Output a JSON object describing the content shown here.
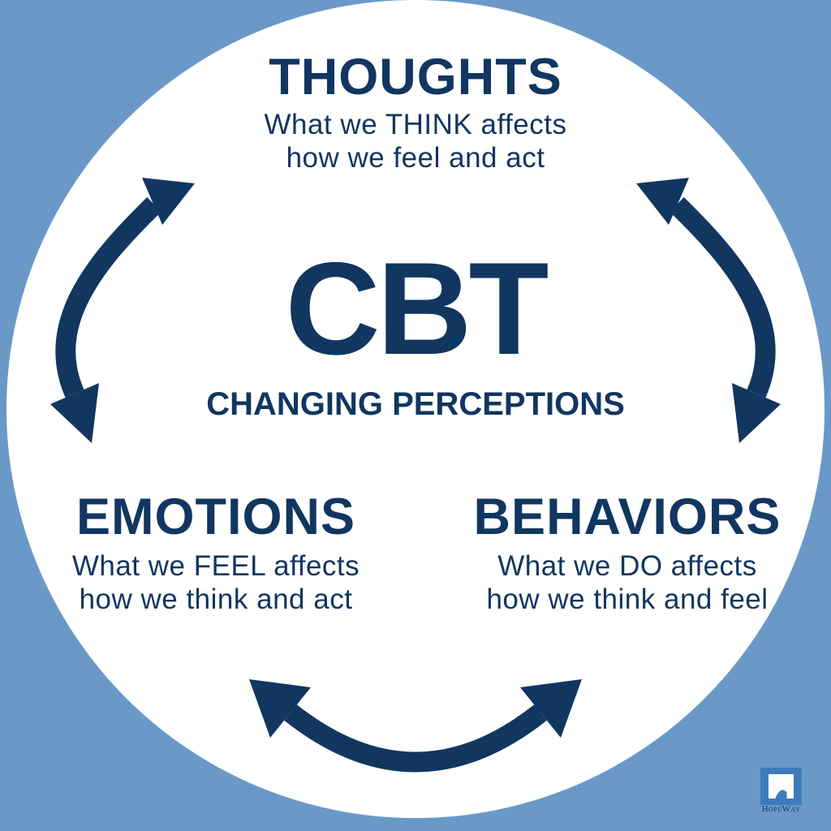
{
  "colors": {
    "background": "#6A99C7",
    "circle": "#FFFFFF",
    "navy": "#113660",
    "logo_blue": "#3C7CBA"
  },
  "center": {
    "acronym": "CBT",
    "tagline": "CHANGING PERCEPTIONS"
  },
  "nodes": {
    "thoughts": {
      "title": "THOUGHTS",
      "desc1": "What we THINK affects",
      "desc2": "how we feel and act"
    },
    "emotions": {
      "title": "EMOTIONS",
      "desc1": "What we FEEL affects",
      "desc2": "how we think and act"
    },
    "behaviors": {
      "title": "BEHAVIORS",
      "desc1": "What we DO affects",
      "desc2": "how we think and feel"
    }
  },
  "arrows": [
    "thoughts-emotions",
    "thoughts-behaviors",
    "emotions-behaviors"
  ],
  "logo": {
    "wordmark": "HopeWay"
  }
}
